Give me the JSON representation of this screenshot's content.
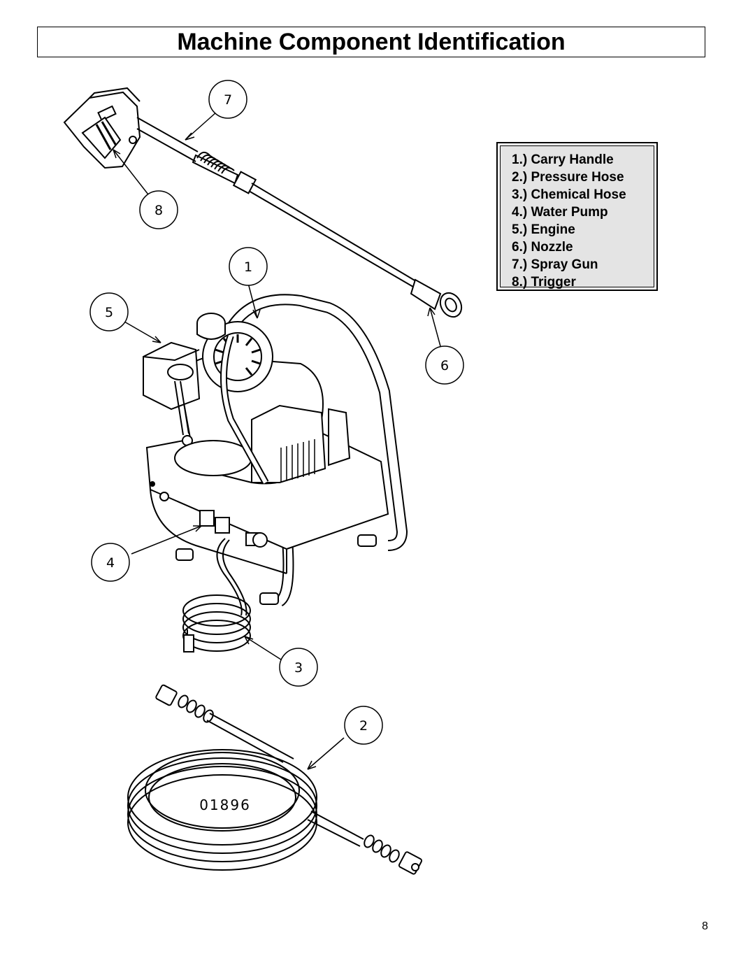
{
  "title": "Machine Component Identification",
  "legend": [
    "1.) Carry Handle",
    "2.) Pressure Hose",
    "3.) Chemical Hose",
    "4.) Water Pump",
    "5.) Engine",
    "6.) Nozzle",
    "7.) Spray Gun",
    "8.) Trigger"
  ],
  "callouts": {
    "c1": "1",
    "c2": "2",
    "c3": "3",
    "c4": "4",
    "c5": "5",
    "c6": "6",
    "c7": "7",
    "c8": "8"
  },
  "drawing_code": "01896",
  "page_number": "8"
}
